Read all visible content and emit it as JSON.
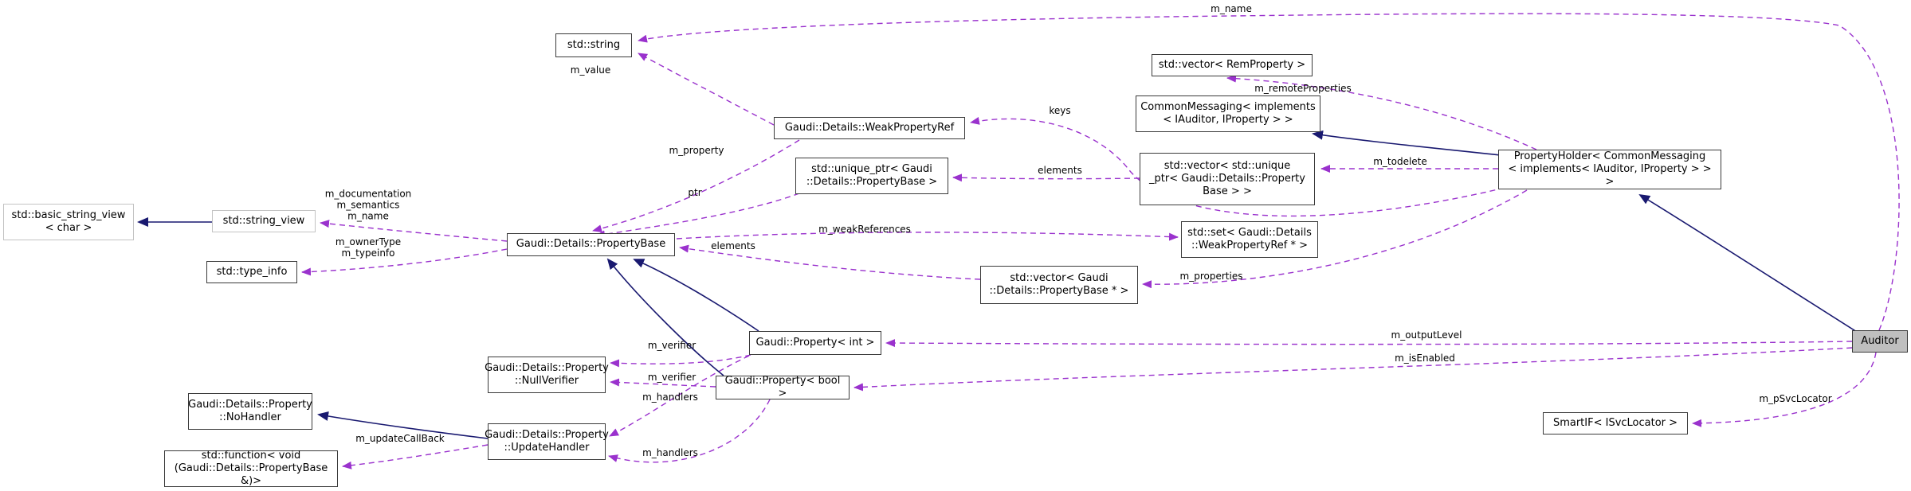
{
  "diagram": {
    "type": "collaboration-graph",
    "highlighted_node": "Auditor",
    "colors": {
      "dashed_edge": "#9a32cd",
      "solid_edge": "#191970",
      "node_border": "#3a3a3a",
      "external_node_border": "#c3c3c3",
      "highlight_fill": "#bfbfbf",
      "background": "#ffffff"
    },
    "nodes": [
      {
        "id": "std-string",
        "label": "std::string"
      },
      {
        "id": "vector-remproperty",
        "label": "std::vector< RemProperty >"
      },
      {
        "id": "common-messaging",
        "label": "CommonMessaging< implements\n< IAuditor, IProperty > >"
      },
      {
        "id": "weak-property-ref",
        "label": "Gaudi::Details::WeakPropertyRef"
      },
      {
        "id": "unique-ptr-propertybase",
        "label": "std::unique_ptr< Gaudi\n::Details::PropertyBase >"
      },
      {
        "id": "vector-unique-ptr",
        "label": "std::vector< std::unique\n_ptr< Gaudi::Details::Property\nBase > >"
      },
      {
        "id": "property-holder",
        "label": "PropertyHolder< CommonMessaging\n< implements< IAuditor, IProperty > > >"
      },
      {
        "id": "basic-string-view",
        "label": "std::basic_string_view\n< char >"
      },
      {
        "id": "string-view",
        "label": "std::string_view"
      },
      {
        "id": "type-info",
        "label": "std::type_info"
      },
      {
        "id": "property-base",
        "label": "Gaudi::Details::PropertyBase"
      },
      {
        "id": "std-set-weakpropertyref",
        "label": "std::set< Gaudi::Details\n::WeakPropertyRef * >"
      },
      {
        "id": "vector-propertybase-ptr",
        "label": "std::vector< Gaudi\n::Details::PropertyBase * >"
      },
      {
        "id": "property-int",
        "label": "Gaudi::Property< int >"
      },
      {
        "id": "null-verifier",
        "label": "Gaudi::Details::Property\n::NullVerifier"
      },
      {
        "id": "property-bool",
        "label": "Gaudi::Property< bool >"
      },
      {
        "id": "no-handler",
        "label": "Gaudi::Details::Property\n::NoHandler"
      },
      {
        "id": "update-handler",
        "label": "Gaudi::Details::Property\n::UpdateHandler"
      },
      {
        "id": "std-function",
        "label": "std::function< void\n(Gaudi::Details::PropertyBase &)>"
      },
      {
        "id": "smart-if",
        "label": "SmartIF< ISvcLocator >"
      },
      {
        "id": "auditor",
        "label": "Auditor"
      }
    ],
    "edge_labels": [
      {
        "id": "m-name-top",
        "text": "m_name"
      },
      {
        "id": "m-value",
        "text": "m_value"
      },
      {
        "id": "m-property",
        "text": "m_property"
      },
      {
        "id": "ptr",
        "text": "ptr"
      },
      {
        "id": "keys",
        "text": "keys"
      },
      {
        "id": "elements-upper",
        "text": "elements"
      },
      {
        "id": "m-todelete",
        "text": "m_todelete"
      },
      {
        "id": "m-remoteproperties",
        "text": "m_remoteProperties"
      },
      {
        "id": "m-documentation-group",
        "text": "m_documentation\nm_semantics\nm_name"
      },
      {
        "id": "m-ownertype-group",
        "text": "m_ownerType\nm_typeinfo"
      },
      {
        "id": "m-weakreferences",
        "text": "m_weakReferences"
      },
      {
        "id": "elements-lower",
        "text": "elements"
      },
      {
        "id": "m-properties",
        "text": "m_properties"
      },
      {
        "id": "m-outputlevel",
        "text": "m_outputLevel"
      },
      {
        "id": "m-isenabled",
        "text": "m_isEnabled"
      },
      {
        "id": "m-verifier-int",
        "text": "m_verifier"
      },
      {
        "id": "m-verifier-bool",
        "text": "m_verifier"
      },
      {
        "id": "m-handlers-int",
        "text": "m_handlers"
      },
      {
        "id": "m-handlers-bool",
        "text": "m_handlers"
      },
      {
        "id": "m-updatecallback",
        "text": "m_updateCallBack"
      },
      {
        "id": "m-psvclocator",
        "text": "m_pSvcLocator"
      }
    ]
  }
}
